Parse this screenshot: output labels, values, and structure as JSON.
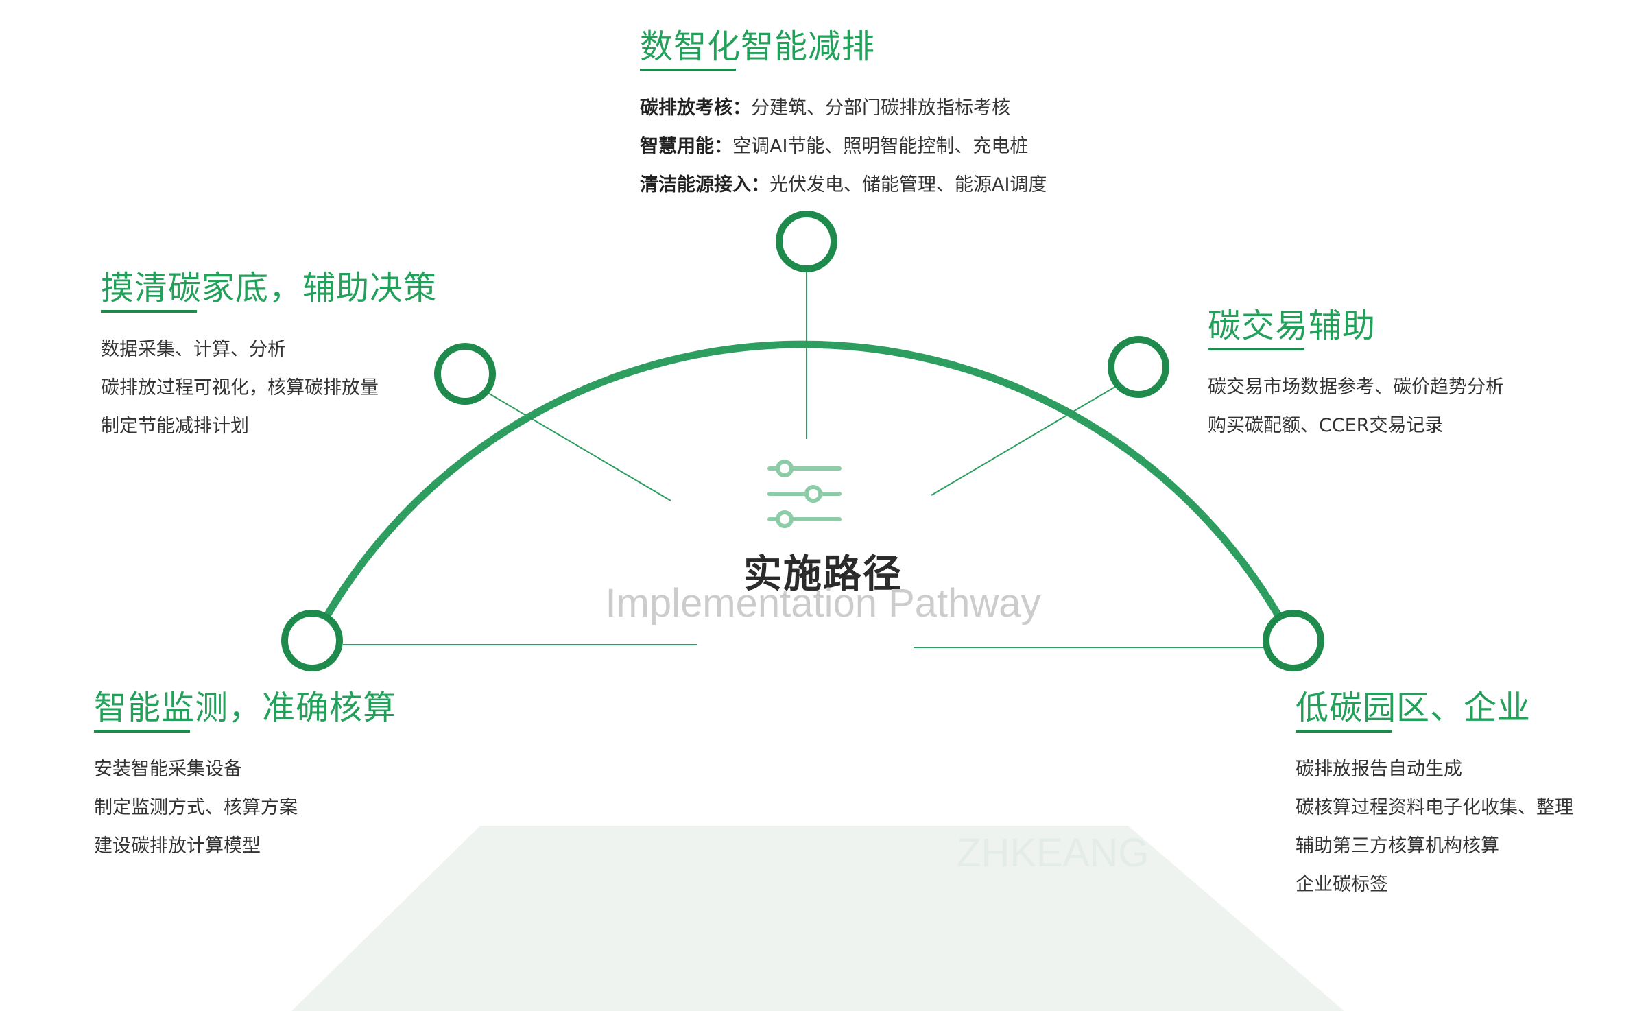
{
  "center": {
    "title": "实施路径",
    "subtitle": "Implementation Pathway",
    "icon": "sliders-icon"
  },
  "watermark": "ZHKEANG",
  "colors": {
    "accent": "#23a05a",
    "arc": "#2e9e60",
    "icon": "#8ccca6",
    "platform": "#eef3ef"
  },
  "blocks": {
    "top": {
      "title": "数智化智能减排",
      "items": [
        {
          "label": "碳排放考核：",
          "text": "分建筑、分部门碳排放指标考核"
        },
        {
          "label": "智慧用能：",
          "text": "空调AI节能、照明智能控制、充电桩"
        },
        {
          "label": "清洁能源接入：",
          "text": "光伏发电、储能管理、能源AI调度"
        }
      ]
    },
    "upper_left": {
      "title": "摸清碳家底，辅助决策",
      "items": [
        "数据采集、计算、分析",
        "碳排放过程可视化，核算碳排放量",
        "制定节能减排计划"
      ]
    },
    "upper_right": {
      "title": "碳交易辅助",
      "items": [
        "碳交易市场数据参考、碳价趋势分析",
        "购买碳配额、CCER交易记录"
      ]
    },
    "lower_left": {
      "title": "智能监测，准确核算",
      "items": [
        "安装智能采集设备",
        "制定监测方式、核算方案",
        "建设碳排放计算模型"
      ]
    },
    "lower_right": {
      "title": "低碳园区、企业",
      "items": [
        "碳排放报告自动生成",
        "碳核算过程资料电子化收集、整理",
        "辅助第三方核算机构核算",
        "企业碳标签"
      ]
    }
  }
}
